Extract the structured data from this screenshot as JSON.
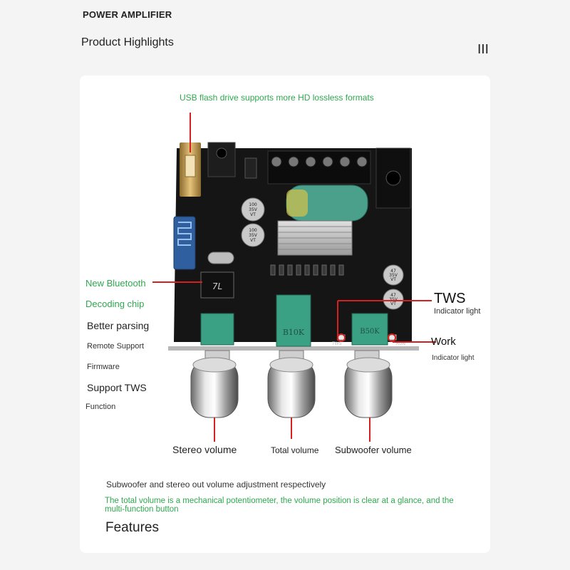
{
  "header": {
    "title": "POWER AMPLIFIER",
    "subtitle": "Product Highlights",
    "marker": "III"
  },
  "labels": {
    "usb": "USB flash drive supports more HD lossless formats",
    "bluetooth": "New Bluetooth",
    "decoding": "Decoding chip",
    "better_parsing": "Better parsing",
    "remote_support": "Remote Support",
    "firmware": "Firmware",
    "support_tws": "Support TWS",
    "function": "Function",
    "tws": "TWS",
    "tws_indicator": "Indicator light",
    "work": "Work",
    "work_indicator": "Indicator light",
    "stereo_volume": "Stereo volume",
    "total_volume": "Total volume",
    "subwoofer_volume": "Subwoofer volume",
    "adjust_note": "Subwoofer and stereo out volume adjustment respectively",
    "potentiometer_note": "The total volume is a mechanical potentiometer, the volume position is clear at a glance, and the multi-function button",
    "features": "Features"
  },
  "board_marks": {
    "cap1": [
      "100",
      "35V",
      "VT"
    ],
    "cap2": [
      "100",
      "35V",
      "VT"
    ],
    "cap3": [
      "47",
      "35V",
      "VT"
    ],
    "cap4": [
      "47",
      "35V",
      "VT"
    ],
    "pot_mid": "B10K",
    "pot_right": "B50K",
    "tws_led": "TWS",
    "run_led": "RUN"
  },
  "colors": {
    "accent_green": "#2fa84f",
    "pointer_red": "#d62020",
    "pcb": "#151515",
    "pot_green": "#3aa184"
  }
}
